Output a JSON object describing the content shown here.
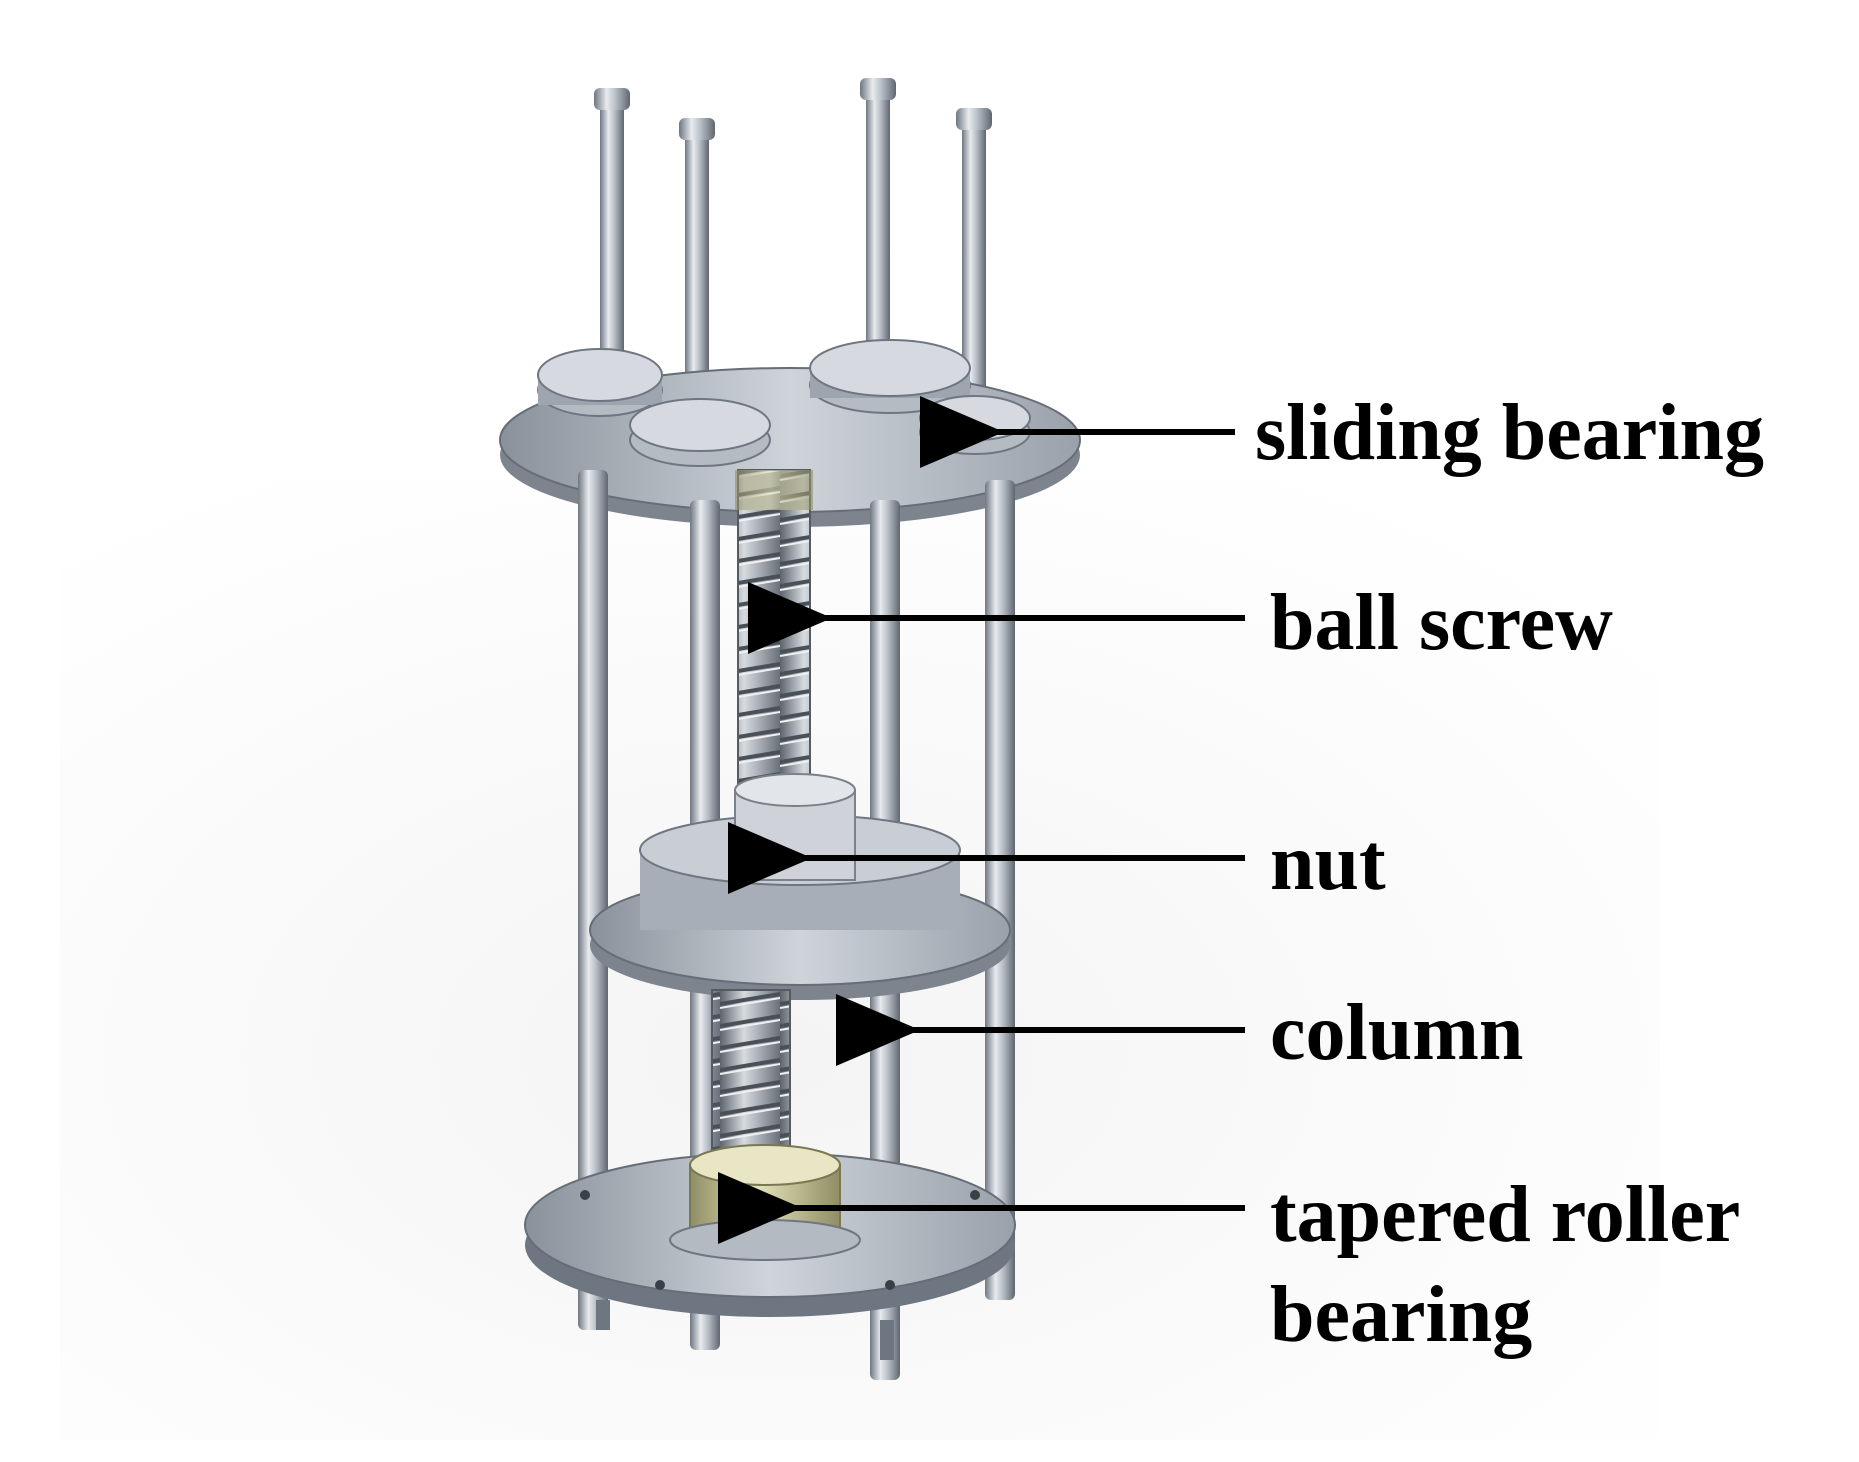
{
  "labels": {
    "sliding_bearing": "sliding bearing",
    "ball_screw": "ball screw",
    "nut": "nut",
    "column": "column",
    "tapered_roller_bearing_line1": "tapered roller",
    "tapered_roller_bearing_line2": "bearing"
  },
  "colors": {
    "metal_light": "#d4d8de",
    "metal_mid": "#a9b0ba",
    "metal_dark": "#6e7681",
    "brass": "#c9c79a",
    "arrow": "#000000",
    "background": "#ffffff"
  }
}
